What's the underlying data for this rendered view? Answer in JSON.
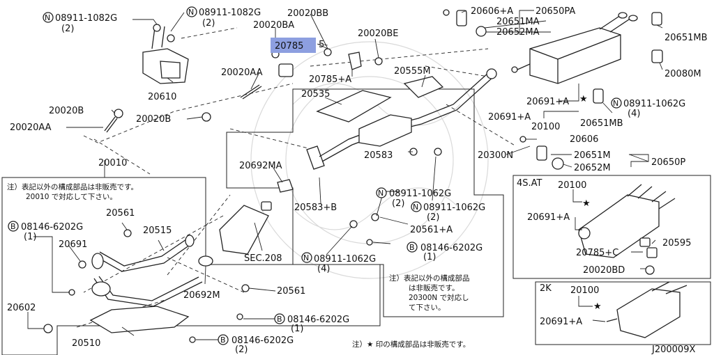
{
  "labels": {
    "n08911_1082g_a": "08911-1082G",
    "n08911_1082g_a_qty": "(2)",
    "n08911_1082g_b": "08911-1082G",
    "n08911_1082g_b_qty": "(2)",
    "p20020bb": "20020BB",
    "p20020ba": "20020BA",
    "p20785": "20785",
    "p20785_suffix": "5",
    "p20020be": "20020BE",
    "p20785a": "20785+A",
    "p20555m": "20555M",
    "p20606a": "20606+A",
    "p20650pa": "20650PA",
    "p20651ma": "20651MA",
    "p20652ma": "20652MA",
    "p20651mb_top": "20651MB",
    "p20080m": "20080M",
    "p20610": "20610",
    "p20020aa": "20020AA",
    "p20020b_1": "20020B",
    "p20020b_2": "20020B",
    "p20020aa_2": "20020AA",
    "p20535": "20535",
    "p20691a_1": "20691+A",
    "p20691a_2": "20691+A",
    "p20100": "20100",
    "p20651mb": "20651MB",
    "n08911_1062g_r": "08911-1062G",
    "n08911_1062g_r_qty": "(4)",
    "p20606": "20606",
    "p20300n": "20300N",
    "p20651m": "20651M",
    "p20652m": "20652M",
    "p20650p": "20650P",
    "p20010": "20010",
    "p20692ma": "20692MA",
    "p20583": "20583",
    "n08911_1062g_c": "08911-1062G",
    "n08911_1062g_c_qty": "(2)",
    "p20583b": "20583+B",
    "n08911_1062g_d": "08911-1062G",
    "n08911_1062g_d_qty": "(2)",
    "p20561a": "20561+A",
    "b08146_6202g_c": "08146-6202G",
    "b08146_6202g_c_qty": "(1)",
    "n08911_1062g_e": "08911-1062G",
    "n08911_1062g_e_qty": "(4)",
    "sec208": "SEC.208",
    "p20561_top": "20561",
    "b08146_6202g_l": "08146-6202G",
    "b08146_6202g_l_qty": "(1)",
    "p20515": "20515",
    "p20691": "20691",
    "p20602": "20602",
    "p20692m": "20692M",
    "p20561_mid": "20561",
    "b08146_6202g_m": "08146-6202G",
    "b08146_6202g_m_qty": "(1)",
    "p20510": "20510",
    "b08146_6202g_bottom": "08146-6202G",
    "b08146_6202g_bottom_qty": "(2)",
    "inset_4sat": "4S.AT",
    "inset_4sat_20100": "20100",
    "inset_4sat_20691a": "20691+A",
    "inset_4sat_20785c": "20785+C",
    "inset_4sat_20595": "20595",
    "inset_4sat_20020bd": "20020BD",
    "inset_2k": "2K",
    "inset_2k_20100": "20100",
    "inset_2k_20691a": "20691+A",
    "figure_code": "J200009X"
  },
  "notes": {
    "left_line1": "注）表記以外の構成部品は非販売です。",
    "left_line2": "20010 で対応して下さい。",
    "mid_line1": "注）表記以外の構成部品",
    "mid_line2": "は非販売です。",
    "mid_line3": "20300N で対応し",
    "mid_line4": "て下さい。",
    "bottom": "注）★ 印の構成部品は非販売です。"
  },
  "symbols": {
    "n_marker": "N",
    "b_marker": "B",
    "star": "★"
  },
  "colors": {
    "highlight": "#8d9fe0",
    "ink": "#111111"
  }
}
